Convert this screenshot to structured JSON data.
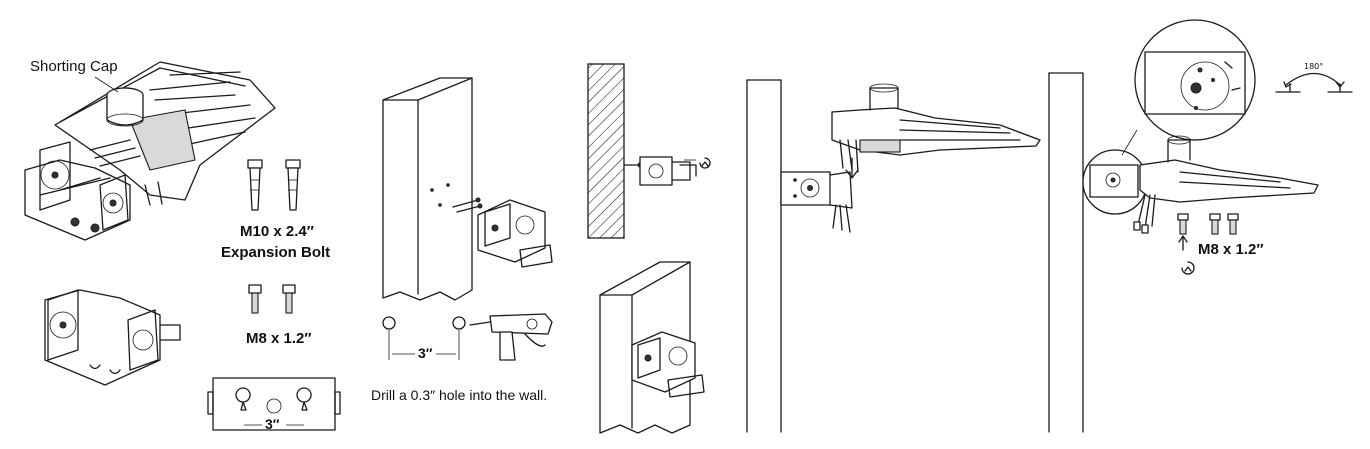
{
  "labels": {
    "shorting_cap": "Shorting Cap",
    "expansion_bolt_size": "M10 x 2.4″",
    "expansion_bolt_name": "Expansion Bolt",
    "screw_size_left": "M8 x 1.2″",
    "bracket_spacing": "3″",
    "hole_spacing": "3″",
    "drill_instruction": "Drill a 0.3″ hole into the wall.",
    "screw_size_right": "M8 x 1.2″",
    "rotation_angle": "180°"
  },
  "icons": [
    "rotate-icon",
    "up-arrow-icon",
    "down-arrow-icon",
    "drill-icon"
  ],
  "colors": {
    "line": "#1a1a1a",
    "background": "#ffffff"
  }
}
